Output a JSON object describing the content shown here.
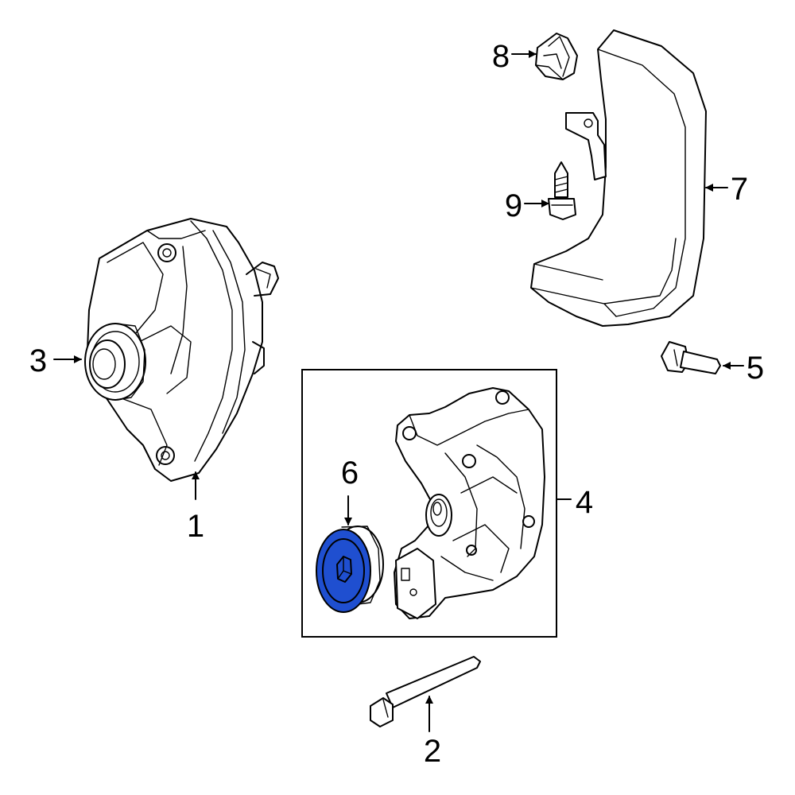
{
  "diagram": {
    "highlight_color": "#1f4fd0",
    "callouts": [
      {
        "id": "1",
        "text": "1"
      },
      {
        "id": "2",
        "text": "2"
      },
      {
        "id": "3",
        "text": "3"
      },
      {
        "id": "4",
        "text": "4"
      },
      {
        "id": "5",
        "text": "5"
      },
      {
        "id": "6",
        "text": "6"
      },
      {
        "id": "7",
        "text": "7"
      },
      {
        "id": "8",
        "text": "8"
      },
      {
        "id": "9",
        "text": "9"
      }
    ]
  }
}
